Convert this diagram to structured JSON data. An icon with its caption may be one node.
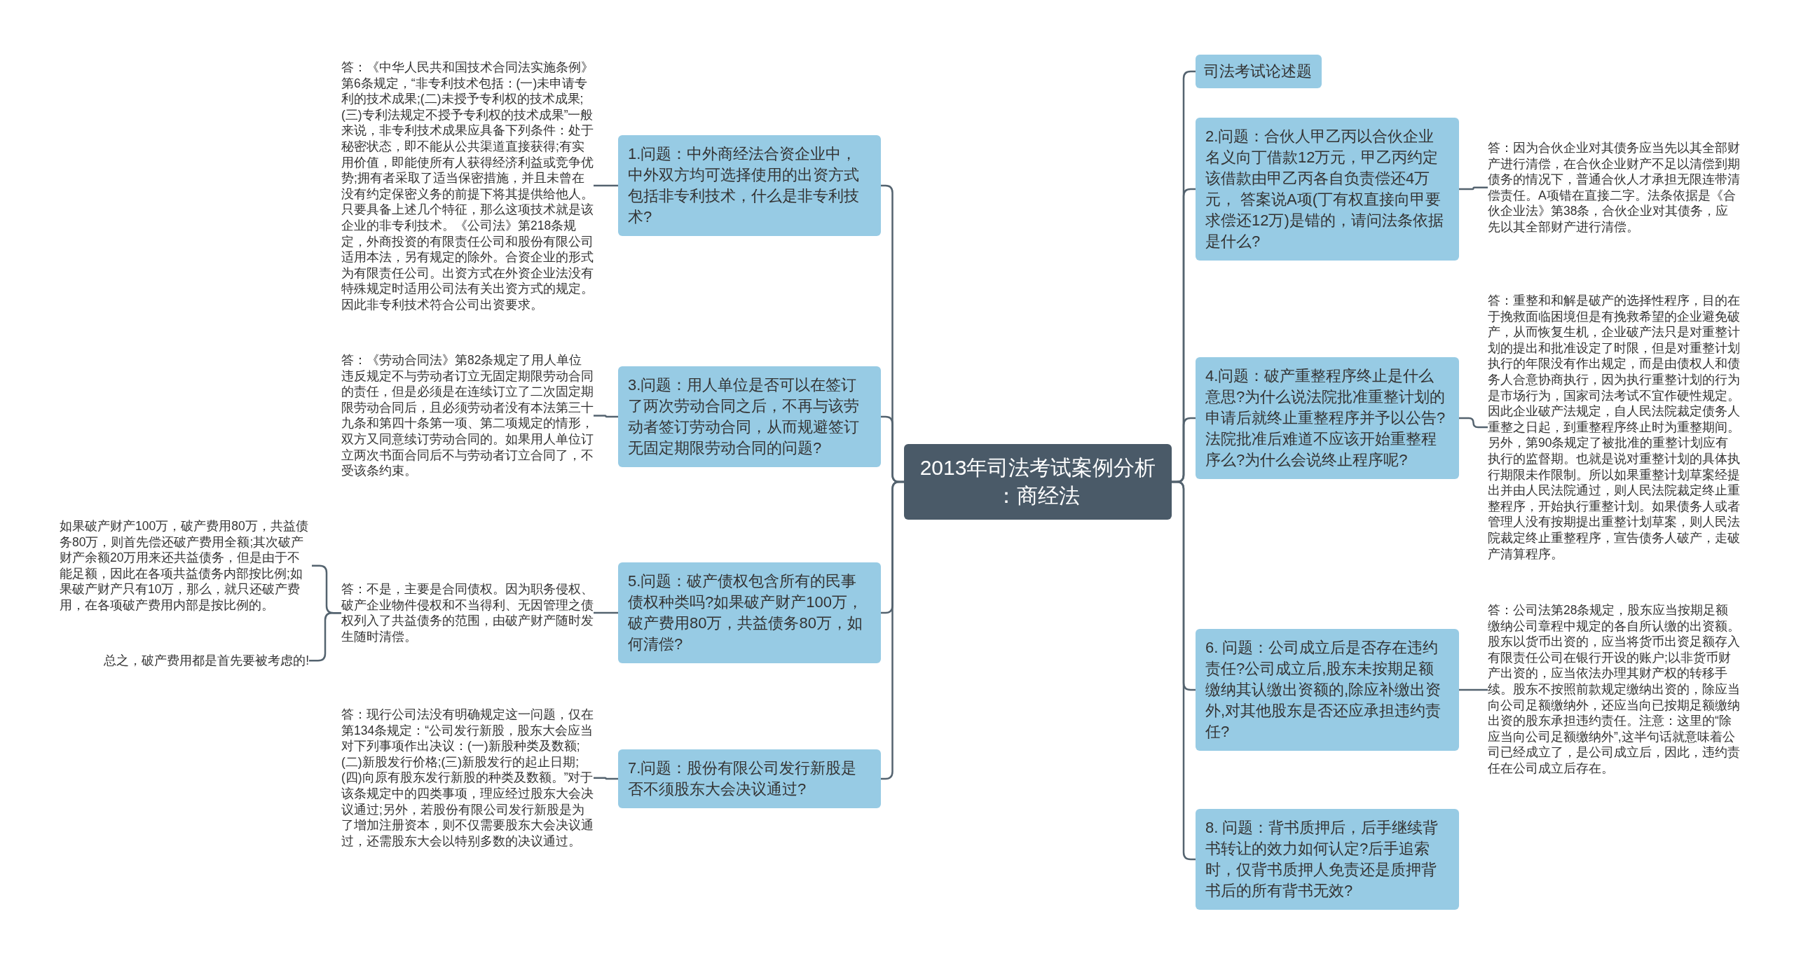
{
  "diagram": {
    "nodes": [
      {
        "text": [
          "2013年司法考试案例分析：商经法"
        ]
      },
      {
        "text": [
          "1.问题：中外商经法合资企业中，中外双方均可选择使用的出资方式包括非专利技术，什么是非专利技术?"
        ]
      },
      {
        "text": [
          "答：《中华人民共和国技术合同法实施条例》第6条规定，“非专利技术包括：(一)未申请专利的技术成果;(二)未授予专利权的技术成果;(三)专利法规定不授予专利权的技术成果”一般来说，非专利技术成果应具备下列条件：处于秘密状态，即不能从公共渠道直接获得;有实用价值，即能使所有人获得经济利益或竞争优势;拥有者采取了适当保密措施，并且未曾在没有约定保密义务的前提下将其提供给他人。只要具备上述几个特征，那么这项技术就是该企业的非专利技术。《公司法》第218条规定，外商投资的有限责任公司和股份有限公司适用本法，另有规定的除外。合资企业的形式为有限责任公司。出资方式在外资企业法没有特殊规定时适用公司法有关出资方式的规定。因此非专利技术符合公司出资要求。"
        ]
      },
      {
        "text": [
          "3.问题：用人单位是否可以在签订了两次劳动合同之后，不再与该劳动者签订劳动合同，从而规避签订无固定期限劳动合同的问题?"
        ]
      },
      {
        "text": [
          "答：《劳动合同法》第82条规定了用人单位违反规定不与劳动者订立无固定期限劳动合同的责任，但是必须是在连续订立了二次固定期限劳动合同后，且必须劳动者没有本法第三十九条和第四十条第一项、第二项规定的情形，双方又同意续订劳动合同的。如果用人单位订立两次书面合同后不与劳动者订立合同了，不受该条约束。"
        ]
      },
      {
        "text": [
          "5.问题：破产债权包含所有的民事债权种类吗?如果破产财产100万，破产费用80万，共益债务80万，如何清偿?"
        ]
      },
      {
        "text": [
          "答：不是，主要是合同债权。因为职务侵权、破产企业物件侵权和不当得利、无因管理之债权列入了共益债务的范围，由破产财产随时发生随时清偿。"
        ]
      },
      {
        "text": [
          "如果破产财产100万，破产费用80万，共益债务80万，则首先偿还破产费用全额;其次破产财产余额20万用来还共益债务，但是由于不能足额，因此在各项共益债务内部按比例;如果破产财产只有10万，那么，就只还破产费用，在各项破产费用内部是按比例的。"
        ]
      },
      {
        "text": [
          "总之，破产费用都是首先要被考虑的!"
        ]
      },
      {
        "text": [
          "7.问题：股份有限公司发行新股是否不须股东大会决议通过?"
        ]
      },
      {
        "text": [
          "答：现行公司法没有明确规定这一问题，仅在第134条规定：“公司发行新股，股东大会应当对下列事项作出决议：(一)新股种类及数额;(二)新股发行价格;(三)新股发行的起止日期;(四)向原有股东发行新股的种类及数额。”对于该条规定中的四类事项，理应经过股东大会决议通过;另外，若股份有限公司发行新股是为了增加注册资本，则不仅需要股东大会决议通过，还需股东大会以特别多数的决议通过。"
        ]
      },
      {
        "text": [
          "司法考试论述题"
        ]
      },
      {
        "text": [
          "2.问题：合伙人甲乙丙以合伙企业名义向丁借款12万元，甲乙丙约定该借款由甲乙丙各自负责偿还4万元， 答案说A项(丁有权直接向甲要求偿还12万)是错的，请问法条依据是什么?"
        ]
      },
      {
        "text": [
          "答：因为合伙企业对其债务应当先以其全部财产进行清偿，在合伙企业财产不足以清偿到期债务的情况下，普通合伙人才承担无限连带清偿责任。A项错在直接二字。法条依据是《合伙企业法》第38条，合伙企业对其债务，应先以其全部财产进行清偿。"
        ]
      },
      {
        "text": [
          "4.问题：破产重整程序终止是什么意思?为什么说法院批准重整计划的申请后就终止重整程序并予以公告?法院批准后难道不应该开始重整程序么?为什么会说终止程序呢?"
        ]
      },
      {
        "text": [
          "答：重整和和解是破产的选择性程序，目的在于挽救面临困境但是有挽救希望的企业避免破产，从而恢复生机，企业破产法只是对重整计划的提出和批准设定了时限，但是对重整计划执行的年限没有作出规定，而是由债权人和债务人合意协商执行，因为执行重整计划的行为是市场行为，国家司法考试不宜作硬性规定。因此企业破产法规定，自人民法院裁定债务人重整之日起，到重整程序终止时为重整期间。另外，第90条规定了被批准的重整计划应有执行的监督期。也就是说对重整计划的具体执行期限未作限制。所以如果重整计划草案经提出并由人民法院通过，则人民法院裁定终止重整程序，开始执行重整计划。如果债务人或者管理人没有按期提出重整计划草案，则人民法院裁定终止重整程序，宣告债务人破产，走破产清算程序。"
        ]
      },
      {
        "text": [
          "6. 问题：公司成立后是否存在违约责任?公司成立后,股东未按期足额缴纳其认缴出资额的,除应补缴出资外,对其他股东是否还应承担违约责任?"
        ]
      },
      {
        "text": [
          "答：公司法第28条规定，股东应当按期足额缴纳公司章程中规定的各自所认缴的出资额。股东以货币出资的，应当将货币出资足额存入有限责任公司在银行开设的账户;以非货币财产出资的，应当依法办理其财产权的转移手续。股东不按照前款规定缴纳出资的，除应当向公司足额缴纳外，还应当向已按期足额缴纳出资的股东承担违约责任。注意：这里的“除应当向公司足额缴纳外”,这半句话就意味着公司已经成立了，是公司成立后，因此，违约责任在公司成立后存在。"
        ]
      },
      {
        "text": [
          "8. 问题：背书质押后，后手继续背书转让的效力如何认定?后手追索时，仅背书质押人免责还是质押背书后的所有背书无效?"
        ]
      }
    ],
    "edges": [
      {
        "from": 0,
        "to": 1,
        "arrow": "none"
      },
      {
        "from": 1,
        "to": 2,
        "arrow": "none"
      },
      {
        "from": 0,
        "to": 3,
        "arrow": "none"
      },
      {
        "from": 3,
        "to": 4,
        "arrow": "none"
      },
      {
        "from": 0,
        "to": 5,
        "arrow": "none"
      },
      {
        "from": 5,
        "to": 6,
        "arrow": "none"
      },
      {
        "from": 6,
        "to": 7,
        "arrow": "none"
      },
      {
        "from": 6,
        "to": 8,
        "arrow": "none"
      },
      {
        "from": 0,
        "to": 9,
        "arrow": "none"
      },
      {
        "from": 9,
        "to": 10,
        "arrow": "none"
      },
      {
        "from": 0,
        "to": 11,
        "arrow": "none"
      },
      {
        "from": 0,
        "to": 12,
        "arrow": "none"
      },
      {
        "from": 12,
        "to": 13,
        "arrow": "none"
      },
      {
        "from": 0,
        "to": 14,
        "arrow": "none"
      },
      {
        "from": 14,
        "to": 15,
        "arrow": "none"
      },
      {
        "from": 0,
        "to": 16,
        "arrow": "none"
      },
      {
        "from": 16,
        "to": 17,
        "arrow": "none"
      },
      {
        "from": 0,
        "to": 18,
        "arrow": "none"
      }
    ]
  }
}
